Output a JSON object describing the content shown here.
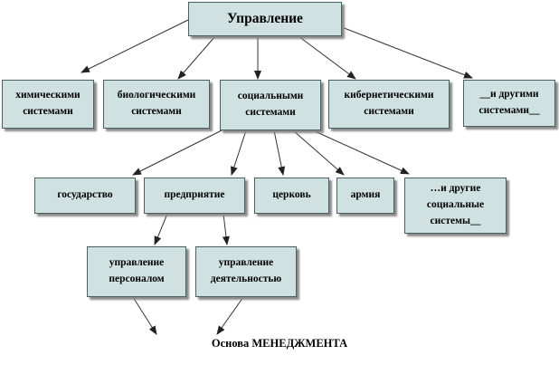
{
  "root": "Управление",
  "level1": [
    "химическими\nсистемами",
    "биологическими\nсистемами",
    "социальными\nсистемами",
    "кибернетическими\nсистемами",
    "__и другими\nсистемами__"
  ],
  "level2": [
    "государство",
    "предприятие",
    "церковь",
    "армия",
    "…и другие\nсоциальные\nсистемы__"
  ],
  "level3": [
    "управление\nперсоналом",
    "управление\nдеятельностью"
  ],
  "caption": "Основа МЕНЕДЖМЕНТА"
}
